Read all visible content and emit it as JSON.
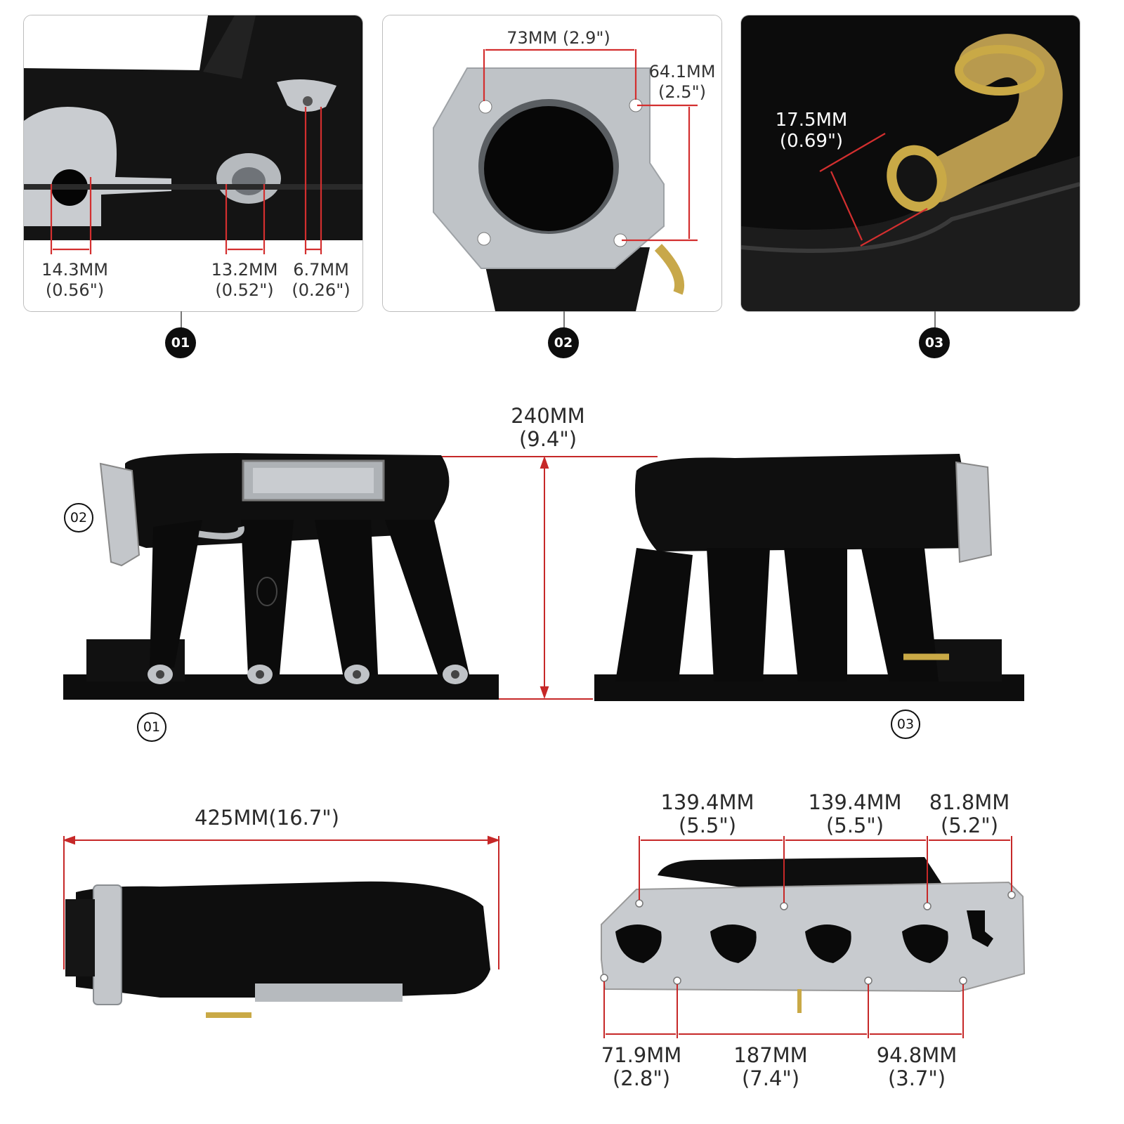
{
  "colors": {
    "dimension_line": "#c62828",
    "body": "#0d0d0d",
    "flange": "#bfc3c7"
  },
  "panels": [
    {
      "badge": "01",
      "dims": [
        {
          "mm": "14.3MM",
          "in": "(0.56\")"
        },
        {
          "mm": "13.2MM",
          "in": "(0.52\")"
        },
        {
          "mm": "6.7MM",
          "in": "(0.26\")"
        }
      ]
    },
    {
      "badge": "02",
      "dims": [
        {
          "mm": "73MM (2.9\")"
        },
        {
          "mm": "64.1MM",
          "in": "(2.5\")"
        }
      ]
    },
    {
      "badge": "03",
      "dims": [
        {
          "mm": "17.5MM",
          "in": "(0.69\")"
        }
      ]
    }
  ],
  "side_view": {
    "height": {
      "mm": "240MM",
      "in": "(9.4\")"
    },
    "left_markers": [
      "02",
      "01"
    ],
    "right_marker": "03"
  },
  "top_view": {
    "length": "425MM(16.7\")"
  },
  "flange_view": {
    "top_dims": [
      {
        "mm": "139.4MM",
        "in": "(5.5\")"
      },
      {
        "mm": "139.4MM",
        "in": "(5.5\")"
      },
      {
        "mm": "81.8MM",
        "in": "(5.2\")"
      }
    ],
    "bottom_dims": [
      {
        "mm": "71.9MM",
        "in": "(2.8\")"
      },
      {
        "mm": "187MM",
        "in": "(7.4\")"
      },
      {
        "mm": "94.8MM",
        "in": "(3.7\")"
      }
    ]
  }
}
